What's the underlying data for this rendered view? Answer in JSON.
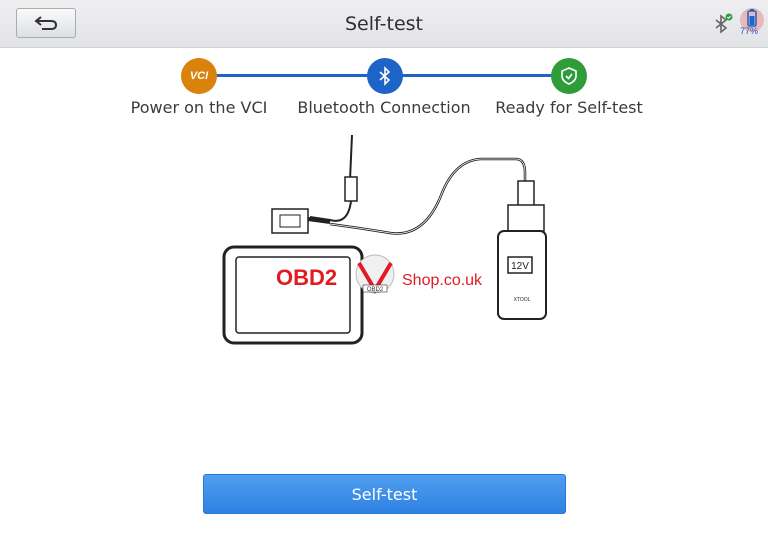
{
  "header": {
    "title": "Self-test",
    "back_icon": "back-arrow-icon",
    "battery_level": "77%"
  },
  "steps": [
    {
      "label": "Power on the VCI",
      "icon_text": "VCI",
      "color": "#d9820c",
      "icon": "vci-icon"
    },
    {
      "label": "Bluetooth Connection",
      "icon": "bluetooth-icon",
      "color": "#1e63c6"
    },
    {
      "label": "Ready for Self-test",
      "icon": "shield-check-icon",
      "color": "#2f9c3a"
    }
  ],
  "illustration": {
    "watermark_left": "OBD2",
    "watermark_right": "Shop.co.uk",
    "watermark_badge": "OBD2",
    "vci_voltage": "12V",
    "vci_brand": "XTOOL"
  },
  "actions": {
    "selftest_label": "Self-test"
  },
  "colors": {
    "accent": "#1e63c6",
    "button": "#3a8ae8",
    "vci_step": "#d9820c",
    "ready_step": "#2f9c3a",
    "watermark": "#e11b22"
  }
}
